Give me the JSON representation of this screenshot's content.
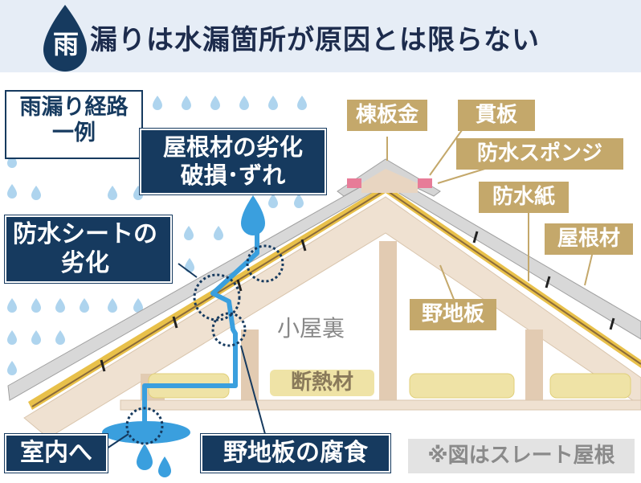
{
  "header": {
    "icon_char": "雨",
    "title": "漏りは水漏箇所が原因とは限らない"
  },
  "route_box": {
    "line1": "雨漏り経路",
    "line2": "一例"
  },
  "left_labels": {
    "roof_material_line1": "屋根材の劣化",
    "roof_material_line2": "破損･ずれ",
    "sheet_line1": "防水シートの",
    "sheet_line2": "劣化",
    "indoor": "室内へ",
    "decay": "野地板の腐食"
  },
  "right_labels": {
    "ridge_metal": "棟板金",
    "nuki": "貫板",
    "sponge": "防水スポンジ",
    "paper": "防水紙",
    "roof": "屋根材",
    "sheathing": "野地板"
  },
  "attic": {
    "label": "小屋裏",
    "insulation": "断熱材"
  },
  "note": "※図はスレート屋根",
  "colors": {
    "navy": "#163a5f",
    "tan": "#c4a86b",
    "water": "#3a9fde",
    "header_bg": "#e6edf6",
    "wood": "#efe1d1"
  }
}
